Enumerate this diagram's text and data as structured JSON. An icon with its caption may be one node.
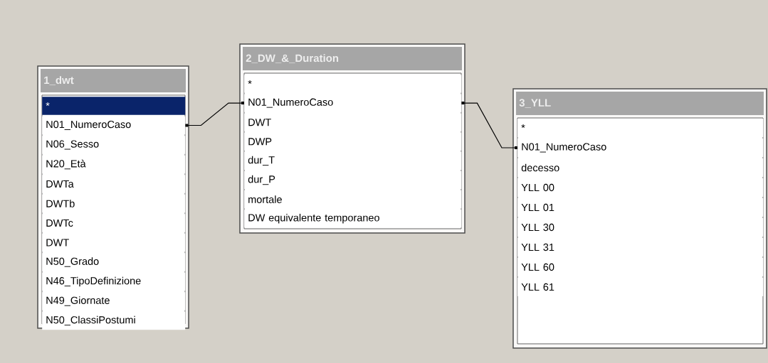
{
  "diagram": {
    "nodes": [
      {
        "text": [
          "1_dwt"
        ]
      },
      {
        "text": [
          "*"
        ],
        "in": 0
      },
      {
        "text": [
          "N01_NumeroCaso"
        ],
        "in": 0
      },
      {
        "text": [
          "N06_Sesso"
        ],
        "in": 0
      },
      {
        "text": [
          "N20_Età"
        ],
        "in": 0
      },
      {
        "text": [
          "DWTa"
        ],
        "in": 0
      },
      {
        "text": [
          "DWTb"
        ],
        "in": 0
      },
      {
        "text": [
          "DWTc"
        ],
        "in": 0
      },
      {
        "text": [
          "DWT"
        ],
        "in": 0
      },
      {
        "text": [
          "N50_Grado"
        ],
        "in": 0
      },
      {
        "text": [
          "N46_TipoDefinizione"
        ],
        "in": 0
      },
      {
        "text": [
          "N49_Giornate"
        ],
        "in": 0
      },
      {
        "text": [
          "N50_ClassiPostumi"
        ],
        "in": 0
      },
      {
        "text": [
          "2_DW_&_Duration"
        ]
      },
      {
        "text": [
          "*"
        ],
        "in": 13
      },
      {
        "text": [
          "N01_NumeroCaso"
        ],
        "in": 13
      },
      {
        "text": [
          "DWT"
        ],
        "in": 13
      },
      {
        "text": [
          "DWP"
        ],
        "in": 13
      },
      {
        "text": [
          "dur_T"
        ],
        "in": 13
      },
      {
        "text": [
          "dur_P"
        ],
        "in": 13
      },
      {
        "text": [
          "mortale"
        ],
        "in": 13
      },
      {
        "text": [
          "DW equivalente temporaneo"
        ],
        "in": 13
      },
      {
        "text": [
          "3_YLL"
        ]
      },
      {
        "text": [
          "*"
        ],
        "in": 22
      },
      {
        "text": [
          "N01_NumeroCaso"
        ],
        "in": 22
      },
      {
        "text": [
          "decesso"
        ],
        "in": 22
      },
      {
        "text": [
          "YLL 00"
        ],
        "in": 22
      },
      {
        "text": [
          "YLL 01"
        ],
        "in": 22
      },
      {
        "text": [
          "YLL 30"
        ],
        "in": 22
      },
      {
        "text": [
          "YLL 31"
        ],
        "in": 22
      },
      {
        "text": [
          "YLL 60"
        ],
        "in": 22
      },
      {
        "text": [
          "YLL 61"
        ],
        "in": 22
      }
    ],
    "edges": [
      {
        "from": 2,
        "to": 15,
        "arrow": "other"
      },
      {
        "from": 15,
        "to": 24,
        "arrow": "other"
      }
    ]
  }
}
